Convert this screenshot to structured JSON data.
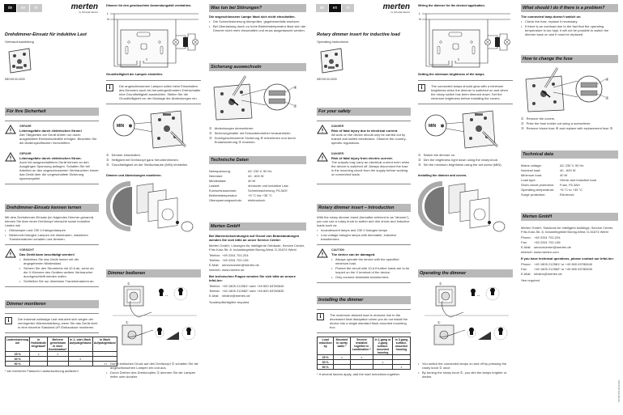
{
  "step_markers": [
    "①",
    "②",
    "③"
  ],
  "de": {
    "active_tab": 0,
    "lang_tabs": [
      "de",
      "en",
      "nl"
    ],
    "logo": "merten",
    "logo_sub": "by Schneider Electric",
    "title": "Drehdimmer-Einsatz für induktive Last",
    "subtitle": "Gebrauchsanleitung",
    "article": "MEG5133-0000",
    "safety": {
      "header": "Für Ihre Sicherheit",
      "d1_label": "GEFAHR",
      "d1_title": "Lebensgefahr durch elektrischen Strom!",
      "d1_text": "Alle Tätigkeiten am Gerät dürfen nur durch ausgebildete Elektrofachkräfte erfolgen. Beachten Sie die länderspezifischen Vorschriften.",
      "d2_label": "GEFAHR",
      "d2_title": "Lebensgefahr durch elektrischen Strom.",
      "d2_text": "Auch bei ausgeschaltetem Gerät können an den Ausgängen Spannung anliegen. Schalten Sie bei Arbeiten an den angeschlossenen Verbrauchern immer das Gerät über die vorgeschaltete Sicherung spannungsfrei."
    },
    "intro": {
      "header": "Drehdimmer-Einsatz kennen lernen",
      "text": "Mit dem Drehdimmer-Einsatz (im folgenden Dimmer genannt) können Sie über einen Drehknopf ohmsche sowie induktive Lasten wie",
      "bullets": [
        "Glühlampen und 230 V-Halogenlampen",
        "Niedervolt-Halogen-Lampen mit dimmbaren, induktiven Transformatoren schalten und dimmen."
      ]
    },
    "caution": {
      "label": "VORSICHT",
      "title": "Das Gerät kann beschädigt werden!",
      "bullets": [
        "Betreiben Sie das Gerät immer mit der angegebenen Mindestlast.",
        "Sichern Sie den Stromkreis mit 10 A ab, wenn an der X-Klemme des Gerätes weitere Verbraucher durchgeschleift werden sollen.",
        "Schließen Sie nur dimmbare Transformatoren an."
      ]
    },
    "install": {
      "header": "Dimmer montieren",
      "info": "Die maximal zulässige Last reduziert sich wegen der verringerten Wärmeableitung, wenn Sie das Gerät nicht in eine einzelne Standard-UP-Einbaudose montieren.",
      "table": {
        "headers": [
          "Lastreduzierung um",
          "in Hohlwände eingebaut*",
          "Mehrere gemeinsam in einer Kombination*",
          "in 1- oder 2fach Aufputzgehäuse",
          "in 3fach Aufputzgehäuse"
        ],
        "rows": [
          [
            "25 %",
            "x",
            "x",
            "",
            ""
          ],
          [
            "30 %",
            "",
            "",
            "x",
            ""
          ],
          [
            "50 %",
            "",
            "",
            "",
            "x"
          ]
        ]
      },
      "footnote": "* bei mehreren Faktoren Lastreduzierung addieren!"
    },
    "wiring": {
      "caption": "Dimmer für den gewünschten Anwendungsfall verdrahten.",
      "L": "L",
      "N": "N"
    },
    "minbright": {
      "caption": "Grundhelligkeit der Lampen einstellen.",
      "info": "Die angeschlossenen Lampen sollen beim Einschalten des Dimmers auch bei heruntergedimmtem Drehschalter eine Grundhelligkeit ausstrahlen. Stellen Sie die Grundhelligkeit vor der Montage der Abdeckungen ein.",
      "min_label": "MIN",
      "steps": [
        "Dimmer einschalten.",
        "Helligkeit mit Drehknopf ganz herunterdimmen.",
        "Grundhelligkeit an der Stellschraube (MIN) einstellen."
      ]
    },
    "mount_caption": "Dimmer und Abdeckungen montieren.",
    "operate": {
      "header": "Dimmer bedienen",
      "bullets": [
        "Durch einfachen Druck auf den Drehknopf ① schalten Sie die angeschlossenen Lampen ein und aus.",
        "Durch Drehen des Drehknopfes ① dimmen Sie die Lampen heller oder dunkler."
      ]
    },
    "trouble": {
      "header": "Was tun bei Störungen?",
      "subtitle": "Die angeschlossene Lampe lässt sich nicht einschalten.",
      "bullets": [
        "Die Schmelzsicherung überprüfen, gegebenenfalls ersetzen.",
        "Bei Überlastung durch zu hohe Betriebstemperatur lässt sich der Dimmer nicht mehr einschalten und muss ausgetauscht werden."
      ]
    },
    "fuse": {
      "header": "Sicherung auswechseln",
      "steps": [
        "Abdeckungen demontieren.",
        "Sicherungshalter mit Schraubendreher heraushebeln.",
        "Durchgeschmolzene Sicherung ④ entnehmen und durch Ersatzsicherung ⑤ ersetzen."
      ],
      "callouts": [
        "④",
        "⑤"
      ]
    },
    "tech": {
      "header": "Technische Daten",
      "rows": [
        [
          "Netzspannung:",
          "AC 230 V, 50 Hz"
        ],
        [
          "Nennlast:",
          "40 - 600 W"
        ],
        [
          "Mindestlast:",
          "40 W"
        ],
        [
          "Lastart:",
          "ohmsche und induktive Last"
        ],
        [
          "Kurzschlussschutz:",
          "Schmelzsicherung, F6,3AH"
        ],
        [
          "Betriebstemperatur:",
          "+5 °C bis +35 °C"
        ],
        [
          "Überspannungsschutz:",
          "elektronisch"
        ]
      ]
    },
    "company": {
      "header": "Merten GmbH",
      "intro": "Bei Warenrücksendungen auf Grund von Beanstandungen wenden Sie sich bitte an unser Service Center:",
      "address": "Merten GmbH, Lösungen für intelligente Gebäude, Service Center, Fritz-Kotz-Str. 8, Industriegebiet Bomig-West, D-51674 Wiehl",
      "contacts": [
        [
          "Telefon:",
          "+49 2261 702-204"
        ],
        [
          "Telefax:",
          "+49 2261 702-136"
        ],
        [
          "E-Mail:",
          "servicecenter@merten.de"
        ],
        [
          "Internet:",
          "www.merten.de"
        ]
      ],
      "hotline_title": "Bei technischen Fragen wenden Sie sich bitte an unsere InfoLine:",
      "hotline": [
        [
          "Telefon:",
          "+49 1805 212581* oder +49 800 63780640"
        ],
        [
          "Telefax:",
          "+49 1805 212582* oder +49 800 63780630"
        ],
        [
          "E-Mail:",
          "infoline@merten.de"
        ]
      ],
      "footnote": "*kostenpflichtig/fee required"
    }
  },
  "en": {
    "active_tab": 1,
    "lang_tabs": [
      "de",
      "en",
      "nl"
    ],
    "logo": "merten",
    "logo_sub": "by Schneider Electric",
    "title": "Rotary dimmer insert for inductive load",
    "subtitle": "Operating instructions",
    "article": "MEG5133-0000",
    "safety": {
      "header": "For your safety",
      "d1_label": "DANGER",
      "d1_title": "Risk of fatal injury due to electrical current.",
      "d1_text": "All work on the device should only be carried out by trained and skilled electricians. Observe the country-specific regulations.",
      "d2_label": "DANGER",
      "d2_title": "Risk of fatal injury from electric current.",
      "d2_text": "The outputs may carry an electrical current even when the device is switched off. Always disconnect the fuse in the incoming circuit from the supply before working on connected loads."
    },
    "intro": {
      "header": "Rotary dimmer insert – Introduction",
      "text": "With the rotary dimmer insert (hereafter referred to as \"dimmer\"), you can use a rotary knob to switch and dim ohmic and inductive loads such as",
      "bullets": [
        "Incandescent lamps and 230 V halogen lamps",
        "Low-voltage halogen lamps with dimmable, inductive transformers."
      ]
    },
    "caution": {
      "label": "CAUTION",
      "title": "The device can be damaged.",
      "bullets": [
        "Always operate the device with the specified minimum load.",
        "Protect the circuit with 10 A if further loads are to be looped on the X terminal of the device.",
        "Only connect dimmable transformers."
      ]
    },
    "install": {
      "header": "Installing the dimmer",
      "info": "The maximum allowed load is reduced due to the decreased heat dissipation when you do not install the device into a single standard flush-mounted mounting box.",
      "table": {
        "headers": [
          "Load reduction by",
          "Mounted in cavity walls *",
          "Several installed together in combination *",
          "In 1-gang or 2-gang surface-mounted housing",
          "In 3-gang surface-mounted housing"
        ],
        "rows": [
          [
            "25 %",
            "x",
            "x",
            "",
            ""
          ],
          [
            "30 %",
            "",
            "",
            "x",
            ""
          ],
          [
            "50 %",
            "",
            "",
            "",
            "x"
          ]
        ]
      },
      "footnote": "* If several factors apply, add the load reductions together."
    },
    "wiring": {
      "caption": "Wiring the dimmer for the desired application.",
      "L": "L",
      "N": "N"
    },
    "minbright": {
      "caption": "Setting the minimum brightness of the lamps.",
      "info": "The connected lamps should glow with a minimum brightness when the dimmer is switched on and when the rotary switch has been dimmed down. Set the minimum brightness before installing the covers.",
      "min_label": "MIN",
      "steps": [
        "Switch the dimmer on.",
        "Dim the brightness right down using the rotary knob.",
        "Set the minimum brightness using the set screw (MIN)."
      ]
    },
    "mount_caption": "Installing the dimmer and covers.",
    "operate": {
      "header": "Operating the dimmer",
      "bullets": [
        "You switch the connected lamps on and off by pressing the rotary knob ① once.",
        "By turning the rotary knob ①, you dim the lamps brighter or darker."
      ]
    },
    "trouble": {
      "header": "What should I do if there is a problem?",
      "subtitle": "The connected lamp doesn't switch on.",
      "bullets": [
        "Check the fuse, replace if necessary.",
        "If there is an overload due to the fact that the operating temperature is too high, it will not be possible to switch the dimmer back on and it must be replaced."
      ]
    },
    "fuse": {
      "header": "How to change the fuse",
      "steps": [
        "Remove the covers.",
        "Prise the fuse holder out using a screwdriver.",
        "Remove blown fuse ④ and replace with replacement fuse ⑤."
      ],
      "callouts": [
        "④",
        "⑤"
      ]
    },
    "tech": {
      "header": "Technical data",
      "rows": [
        [
          "Mains voltage:",
          "AC 230 V, 50 Hz"
        ],
        [
          "Nominal load:",
          "40 - 600 W"
        ],
        [
          "Minimum load:",
          "40 W"
        ],
        [
          "Load type:",
          "Ohmic and inductive load"
        ],
        [
          "Short-circuit protection:",
          "Fuse, F6.3AH"
        ],
        [
          "Operating temperature:",
          "+5 °C to +35 °C"
        ],
        [
          "Surge protection:",
          "Electronic"
        ]
      ]
    },
    "company": {
      "header": "Merten GmbH",
      "address": "Merten GmbH, Solutions for intelligent buildings, Service Center, Fritz-Kotz-Str. 8, Industriegebiet Bomig-West, D-51674 Wiehl",
      "contacts": [
        [
          "Phone:",
          "+49 2261 702-204"
        ],
        [
          "Fax:",
          "+49 2261 702-136"
        ],
        [
          "E-Mail:",
          "servicecenter@merten.de"
        ],
        [
          "Internet:",
          "www.merten.com"
        ]
      ],
      "hotline_title": "If you have technical questions, please contact our InfoLine:",
      "hotline": [
        [
          "Phone:",
          "+49 1805 212581* or +49 800 63780640"
        ],
        [
          "Fax:",
          "+49 1805 212582* or +49 800 63780630"
        ],
        [
          "E-Mail:",
          "infoline@merten.de"
        ]
      ],
      "footnote": "*fee required"
    },
    "doc_code": "V6735-561-00 03/10"
  }
}
